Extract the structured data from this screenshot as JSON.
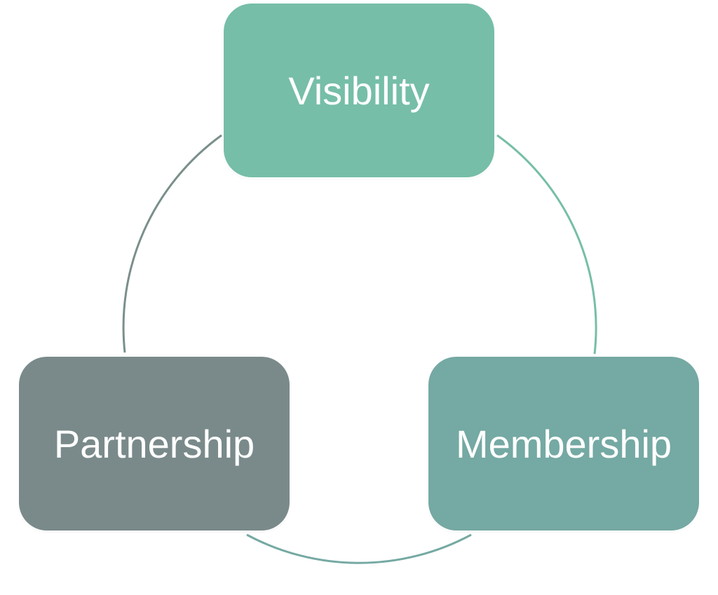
{
  "nodes": [
    {
      "label": "Visibility",
      "color": "#76bea8"
    },
    {
      "label": "Partnership",
      "color": "#7a8a8a"
    },
    {
      "label": "Membership",
      "color": "#75a9a3"
    }
  ],
  "arc_colors": {
    "left": "#7a8f8c",
    "right": "#76bea8",
    "bottom": "#75a9a3"
  }
}
